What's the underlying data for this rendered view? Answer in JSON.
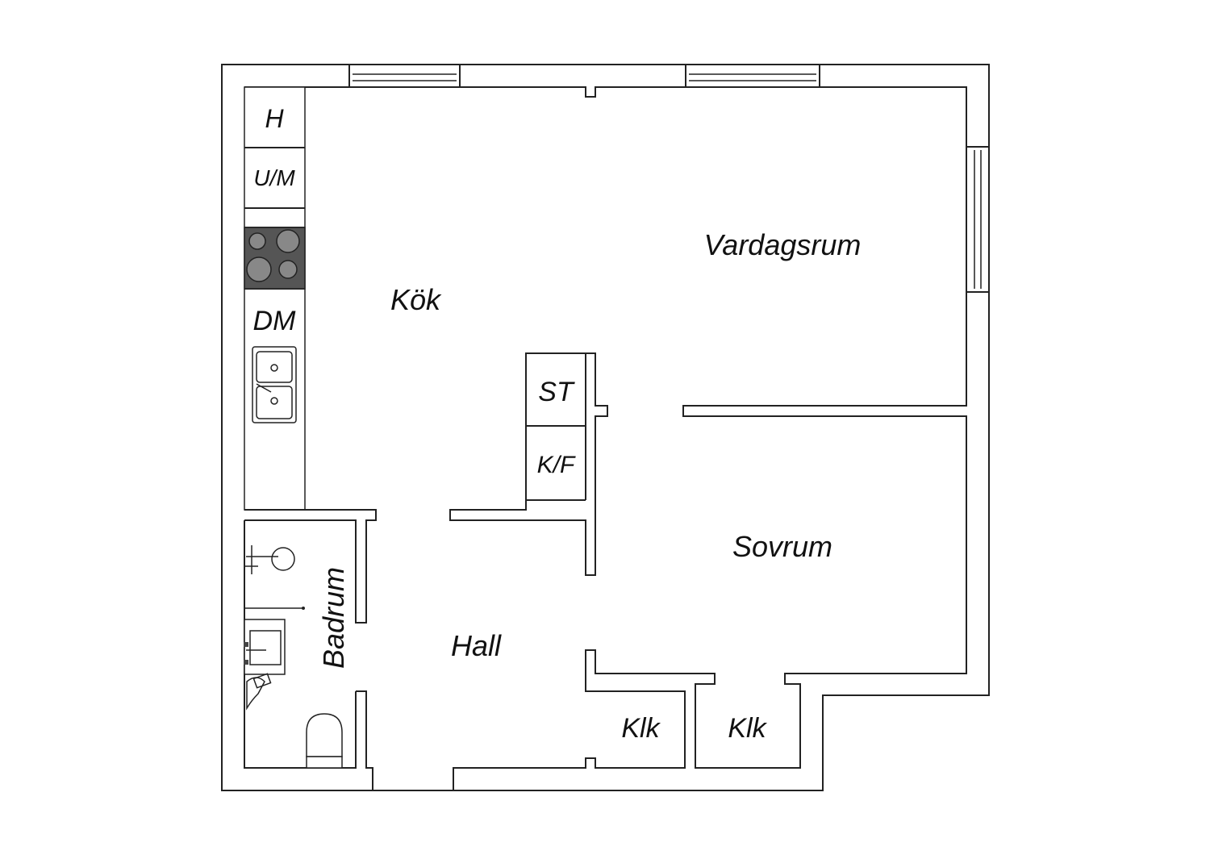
{
  "rooms": {
    "kok": "Kök",
    "vardagsrum": "Vardagsrum",
    "sovrum": "Sovrum",
    "hall": "Hall",
    "badrum": "Badrum",
    "klk_1": "Klk",
    "klk_2": "Klk"
  },
  "kitchen_units": {
    "h": "H",
    "um": "U/M",
    "dm": "DM",
    "st": "ST",
    "kf": "K/F"
  },
  "colors": {
    "wall_stroke": "#222222",
    "stove": "#555555",
    "background": "#ffffff"
  }
}
